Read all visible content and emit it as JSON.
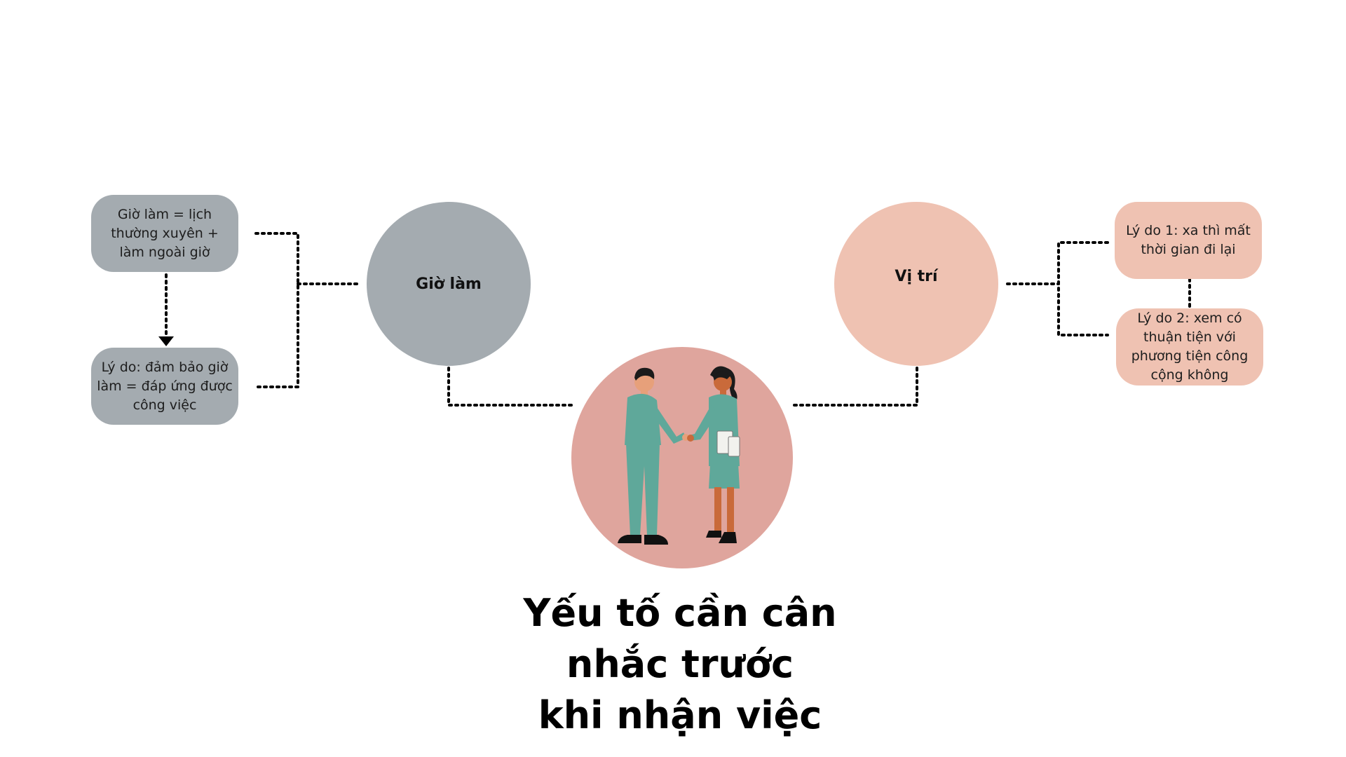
{
  "nodes": {
    "hours_detail": "Giờ làm = lịch thường xuyên + làm ngoài giờ",
    "hours_reason": "Lý do: đảm bảo giờ làm = đáp ứng được công việc",
    "hours_hub": "Giờ làm",
    "location_hub": "Vị trí",
    "location_reason_1": "Lý do 1: xa thì mất thời gian đi lại",
    "location_reason_2": "Lý do 2: xem có thuận tiện với phương tiện công cộng không"
  },
  "title": {
    "line1": "Yếu tố cần cân",
    "line2": "nhắc trước",
    "line3": "khi nhận việc"
  },
  "colors": {
    "gray": "#a4abb0",
    "pink_light": "#efc2b2",
    "pink_center": "#dfa59d",
    "suit": "#5fa89a",
    "skin_dark": "#c96a3a"
  },
  "illustration": {
    "icon": "handshake-illustration"
  }
}
